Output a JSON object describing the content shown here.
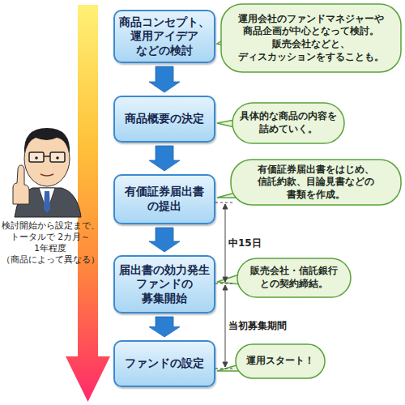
{
  "diagram": {
    "nodes": [
      {
        "text": [
          "商品コンセプト、 運用アイデア などの検討"
        ]
      },
      {
        "text": [
          "運用会社のファンドマネジャーや 商品企画が中心となって検討。 販売会社などと、 ディスカッションをすることも。"
        ]
      },
      {
        "text": [
          "商品概要の決定"
        ]
      },
      {
        "text": [
          "具体的な商品の内容を 詰めていく。"
        ]
      },
      {
        "text": [
          "有価証券届出書 の提出"
        ]
      },
      {
        "text": [
          "有価証券届出書をはじめ、 信託約款、目論見書などの 書類を作成。"
        ]
      },
      {
        "text": [
          "届出書の効力発生 ファンドの 募集開始"
        ]
      },
      {
        "text": [
          "販売会社・信託銀行 との契約締結。"
        ]
      },
      {
        "text": [
          "ファンドの設定"
        ]
      },
      {
        "text": [
          "運用スタート！"
        ]
      }
    ],
    "edges": [
      {
        "from": 0,
        "to": 2,
        "arrow": "to"
      },
      {
        "from": 2,
        "to": 4,
        "arrow": "to"
      },
      {
        "from": 4,
        "to": 6,
        "arrow": "to"
      },
      {
        "from": 6,
        "to": 8,
        "arrow": "to"
      }
    ],
    "labels": [
      "検討開始から設定まで、 トータルで 2カ月～1年程度 （商品によって異なる）",
      "中15日",
      "当初募集期間"
    ]
  }
}
